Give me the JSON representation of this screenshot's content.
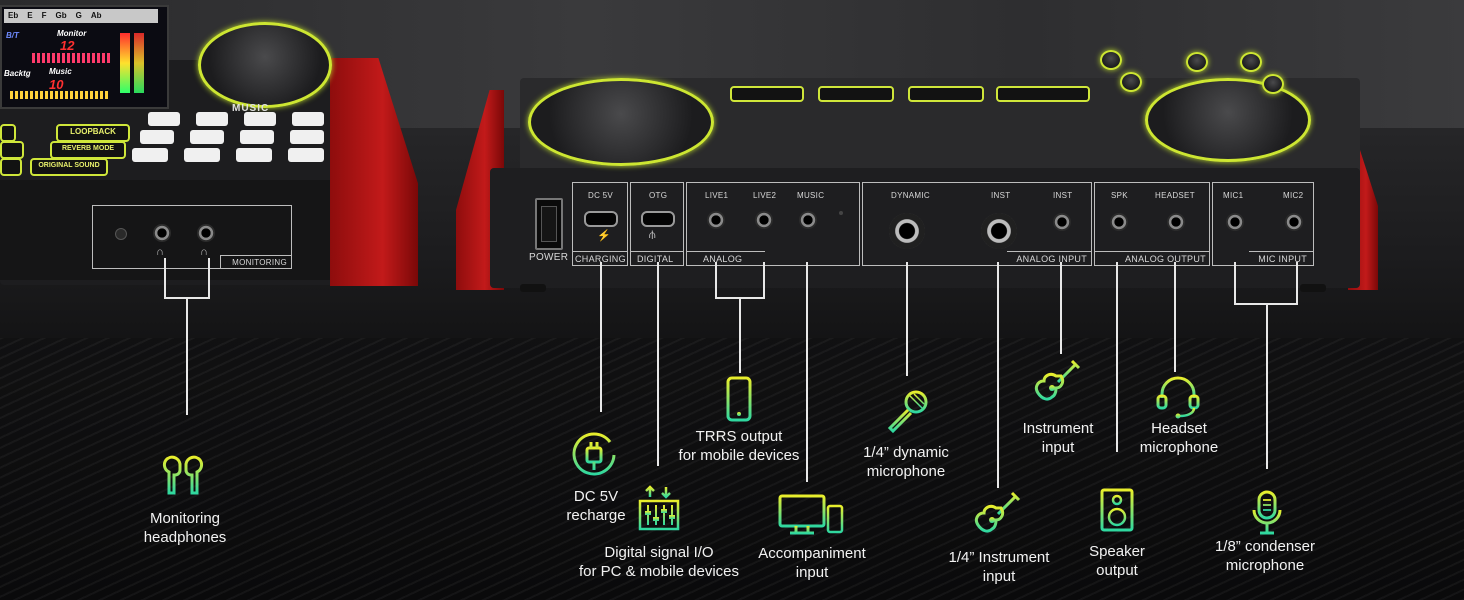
{
  "left_device": {
    "screen": {
      "notes": [
        "Eb",
        "E",
        "F",
        "Gb",
        "G",
        "Ab"
      ],
      "monitor_label": "Monitor",
      "monitor_value": "12",
      "music_label": "Music",
      "music_value": "10",
      "top_label": "B/T",
      "back_label": "Backtg"
    },
    "knob_label": "MUSIC",
    "pads": {
      "loopback": "LOOPBACK",
      "reverb": "REVERB MODE",
      "original": "ORIGINAL SOUND"
    },
    "rear_panel_label": "MONITORING"
  },
  "right_device": {
    "power_label": "POWER",
    "groups": {
      "charging": {
        "label": "CHARGING",
        "port": "DC 5V"
      },
      "digital": {
        "label": "DIGITAL",
        "port": "OTG"
      },
      "analog": {
        "label": "ANALOG",
        "ports": [
          "LIVE1",
          "LIVE2",
          "MUSIC"
        ]
      },
      "analog_input": {
        "label": "ANALOG INPUT",
        "ports": [
          "DYNAMIC",
          "INST",
          "INST"
        ]
      },
      "analog_output": {
        "label": "ANALOG OUTPUT",
        "ports": [
          "SPK",
          "HEADSET"
        ]
      },
      "mic_input": {
        "label": "MIC INPUT",
        "ports": [
          "MIC1",
          "MIC2"
        ]
      }
    }
  },
  "callouts": [
    {
      "id": "monitoring",
      "lines": [
        "Monitoring",
        "headphones"
      ],
      "icon": "earbuds-icon"
    },
    {
      "id": "dc5v",
      "lines": [
        "DC 5V",
        "recharge"
      ],
      "icon": "power-plug-icon"
    },
    {
      "id": "digital",
      "lines": [
        "Digital signal I/O",
        "for PC & mobile devices"
      ],
      "icon": "digital-io-icon"
    },
    {
      "id": "trrs",
      "lines": [
        "TRRS output",
        "for mobile devices"
      ],
      "icon": "smartphone-icon"
    },
    {
      "id": "accompaniment",
      "lines": [
        "Accompaniment",
        "input"
      ],
      "icon": "monitor-phone-icon"
    },
    {
      "id": "dynamic",
      "lines": [
        "1/4” dynamic",
        "microphone"
      ],
      "icon": "dynamic-mic-icon"
    },
    {
      "id": "inst14",
      "lines": [
        "1/4” Instrument",
        "input"
      ],
      "icon": "guitar-icon"
    },
    {
      "id": "instrument",
      "lines": [
        "Instrument",
        "input"
      ],
      "icon": "guitar-icon"
    },
    {
      "id": "speaker",
      "lines": [
        "Speaker",
        "output"
      ],
      "icon": "speaker-icon"
    },
    {
      "id": "headset",
      "lines": [
        "Headset",
        "microphone"
      ],
      "icon": "headset-icon"
    },
    {
      "id": "condenser",
      "lines": [
        "1/8” condenser",
        "microphone"
      ],
      "icon": "condenser-mic-icon"
    }
  ],
  "colors": {
    "accent": "#d6ea2e",
    "gradient_end": "#2fd8a0",
    "device_red": "#c21a1a"
  }
}
